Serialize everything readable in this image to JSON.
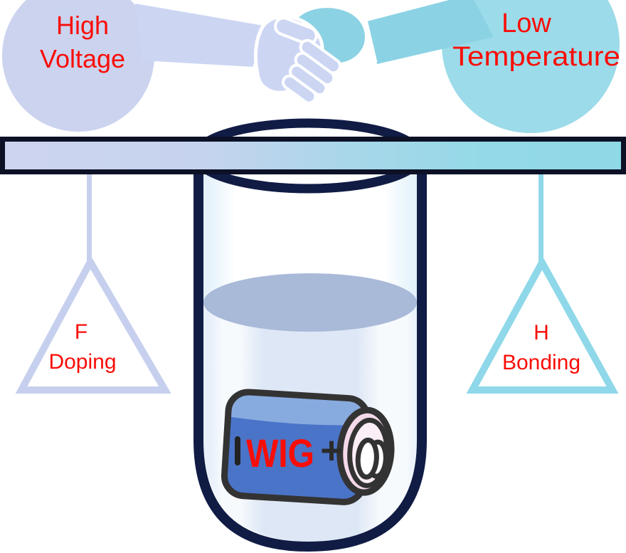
{
  "diagram": {
    "title_hint": "balance between high voltage and low temperature",
    "left_circle": {
      "line1": "High",
      "line2": "Voltage"
    },
    "right_circle": {
      "line1": "Low",
      "line2": "Temperature"
    },
    "left_weight": {
      "line1": "F",
      "line2": "Doping"
    },
    "right_weight": {
      "line1": "H",
      "line2": "Bonding"
    },
    "battery": {
      "name": "WIG",
      "plus": "+",
      "minus": "−"
    }
  },
  "colors": {
    "label_red": "#f90d07",
    "lavender": "#cbd3ef",
    "lavender_hand": "#ccd6f3",
    "lavender_string": "#c6d0ee",
    "cyan": "#9cdbe9",
    "cyan_hand": "#8bd2e4",
    "cyan_string": "#8ed8e9",
    "navy": "#111c45",
    "bar_border": "#0c1126",
    "battery_blue": "#4a74c8",
    "battery_band": "#88abdf",
    "battery_outline": "#333333",
    "battery_plus_dark": "#2b2b2b",
    "cap_pink": "#f3d9e9",
    "cap_pink_light": "#fbeef6",
    "liquid_surface": "#a9b9d8"
  },
  "icons": {
    "handshake": "handshake-icon",
    "battery_minus_mark": "−"
  }
}
